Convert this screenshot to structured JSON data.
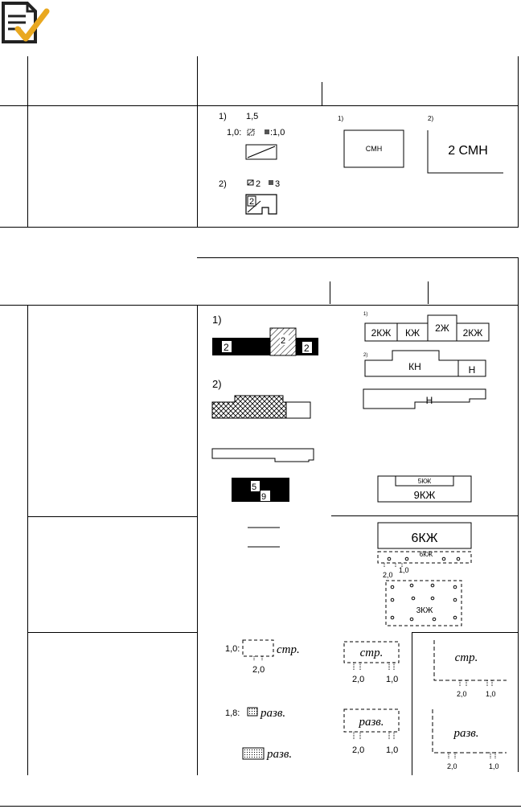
{
  "t1": {
    "s1": "1)",
    "s2": "2)",
    "v15": "1,5",
    "v10a": "1,0:",
    "v10b": ":1,0",
    "n2a": "2",
    "n3": "3",
    "n2box": "2",
    "r1": "1)",
    "r2": "2)",
    "cmh_small": "СМН",
    "cmh_big": "2 СМН"
  },
  "t2": {
    "a1": "1)",
    "a2": "2)",
    "w2a": "2",
    "w2b": "2",
    "w2c": "2",
    "w5": "5",
    "w9": "9",
    "b1": "1)",
    "b2": "2)",
    "k2kzh_a": "2КЖ",
    "kzh": "КЖ",
    "k2zh": "2Ж",
    "k2kzh_b": "2КЖ",
    "kn": "КН",
    "h1": "Н",
    "h2": "Н",
    "k5kzh": "5КЖ",
    "k9kzh": "9КЖ",
    "k6kzh": "6КЖ",
    "k6kzh_small": "6КЖ",
    "d20a": "2,0",
    "d10a": "1,0",
    "k3kzh": "3КЖ",
    "c10": "1,0:",
    "str1": "стр.",
    "c20": "2,0",
    "c18": "1,8:",
    "razv1": "разв.",
    "razv2": "разв.",
    "str2": "стр.",
    "m20a": "2,0",
    "m10a": "1,0",
    "razv3": "разв.",
    "m20b": "2,0",
    "m10b": "1,0",
    "str3": "стр.",
    "n20a": "2,0",
    "n10a": "1,0",
    "razv4": "разв.",
    "n20b": "2,0",
    "n10b": "1,0"
  }
}
